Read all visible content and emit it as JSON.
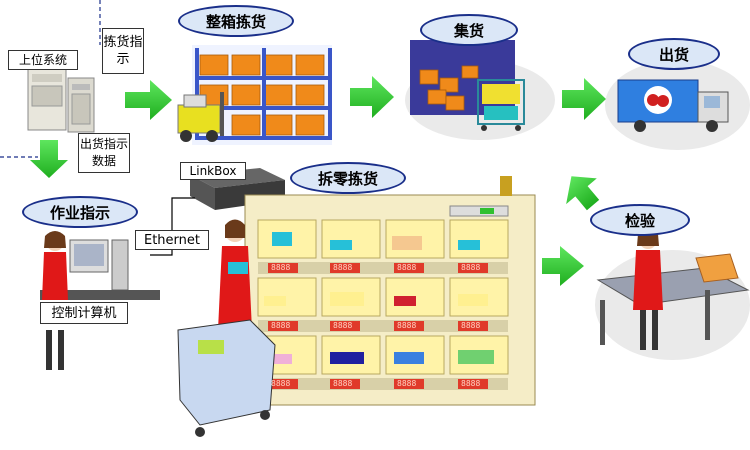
{
  "stages": {
    "upper_system": "上位系统",
    "picking_instruction": "拣货指示",
    "shipping_data": "出货指示数据",
    "case_picking": "整箱拣货",
    "consolidation": "集货",
    "shipping": "出货",
    "piece_picking": "拆零拣货",
    "work_instruction": "作业指示",
    "inspection": "检验",
    "linkbox": "LinkBox",
    "ethernet": "Ethernet",
    "control_pc": "控制计算机"
  },
  "colors": {
    "arrow_green": "#33cc33",
    "pill_fill": "#dbe7f7",
    "pill_border": "#1a2f8a",
    "rack_frame": "#f5edc7",
    "cell_fill": "#fff3a8",
    "led_red": "#e03a2a"
  },
  "shelf": {
    "led_display": "8888"
  }
}
